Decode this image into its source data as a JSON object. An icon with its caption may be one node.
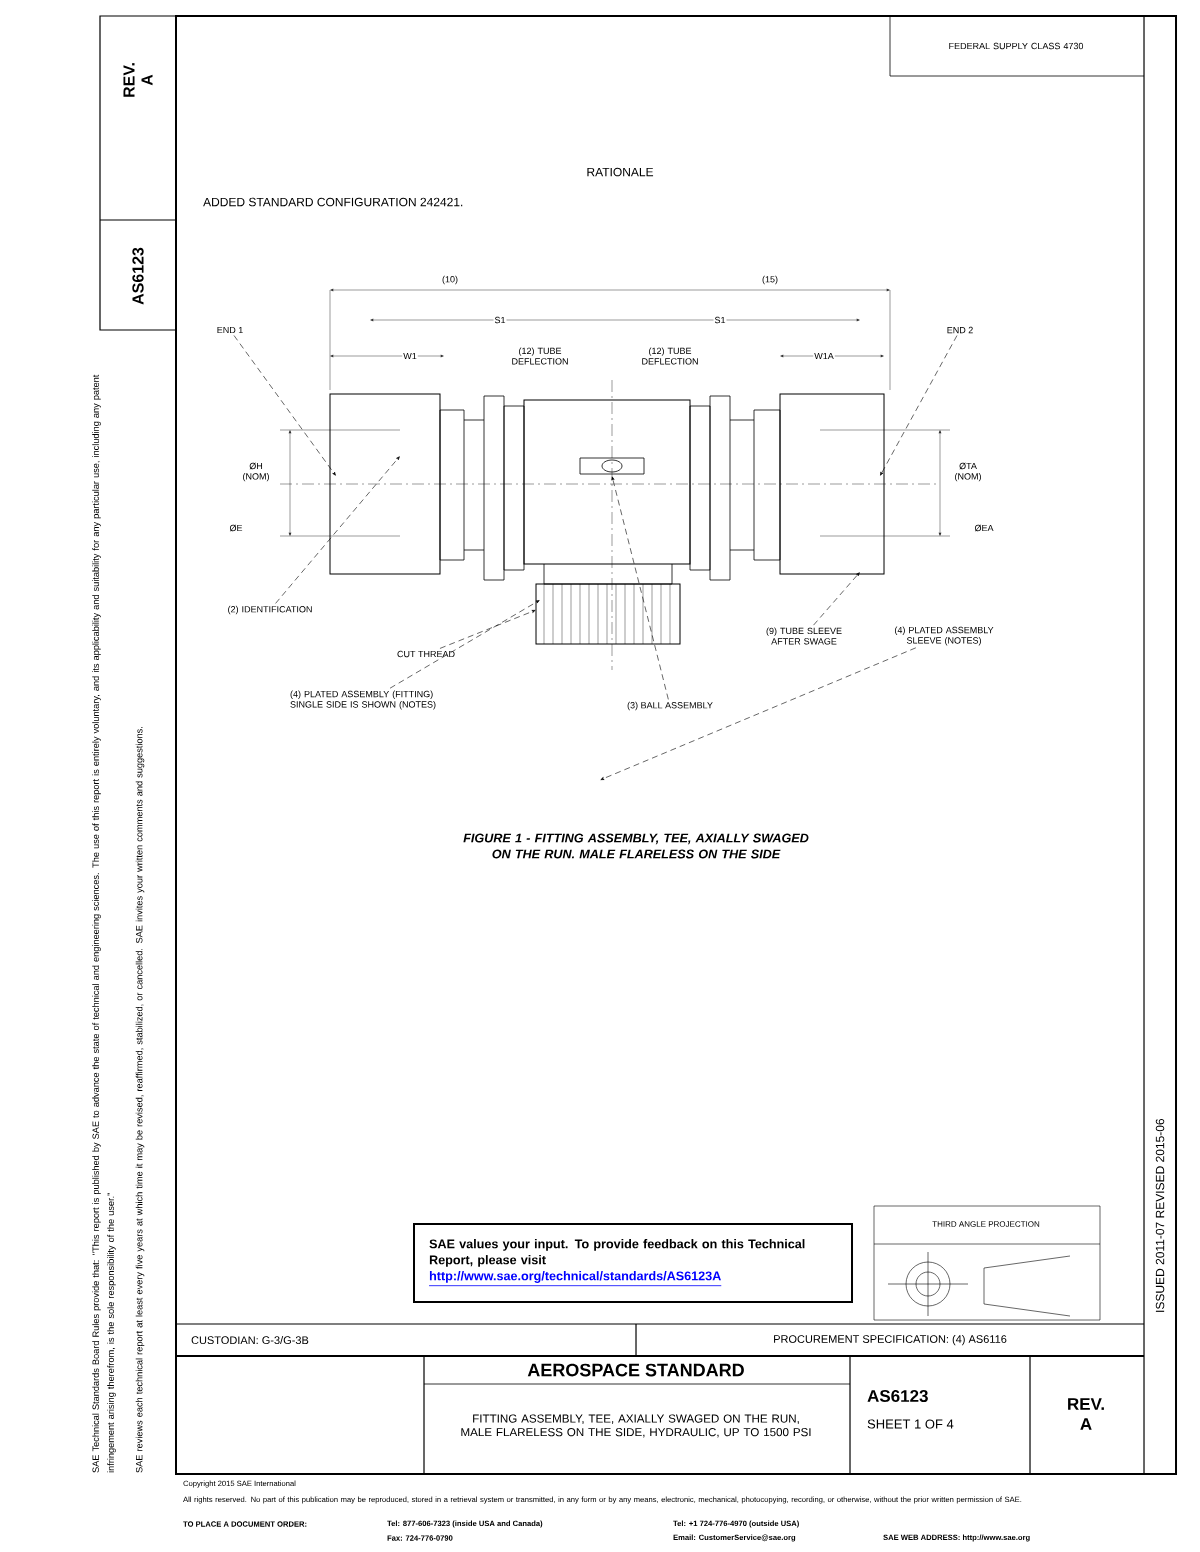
{
  "diagram": {
    "caption": "FIGURE 1 - FITTING ASSEMBLY, TEE, AXIALLY SWAGED ON THE RUN. MALE FLARELESS ON THE SIDE",
    "nodes": [
      {
        "text": [
          "END 1"
        ]
      },
      {
        "text": [
          "END 2"
        ]
      },
      {
        "text": [
          "(2) IDENTIFICATION"
        ]
      },
      {
        "text": [
          "CUT THREAD"
        ]
      },
      {
        "text": [
          "(4) PLATED ASSEMBLY (FITTING) SINGLE SIDE IS SHOWN (NOTES)"
        ]
      },
      {
        "text": [
          "(3) BALL ASSEMBLY"
        ]
      },
      {
        "text": [
          "(9) TUBE SLEEVE AFTER SWAGE"
        ]
      },
      {
        "text": [
          "(4) PLATED ASSEMBLY SLEEVE (NOTES)"
        ]
      }
    ],
    "edges": [
      {
        "from": 0,
        "to": null,
        "arrow": "to"
      },
      {
        "from": 1,
        "to": null,
        "arrow": "to"
      },
      {
        "from": 2,
        "to": null,
        "arrow": "to"
      },
      {
        "from": 3,
        "to": null,
        "arrow": "to"
      },
      {
        "from": 4,
        "to": null,
        "arrow": "to"
      },
      {
        "from": 5,
        "to": null,
        "arrow": "to"
      },
      {
        "from": 6,
        "to": null,
        "arrow": "to"
      },
      {
        "from": 7,
        "to": null,
        "arrow": "to"
      }
    ],
    "labels": [
      "REV. A",
      "AS6123",
      "FEDERAL SUPPLY CLASS 4730",
      "RATIONALE",
      "ADDED STANDARD CONFIGURATION 242421.",
      "(10)",
      "(15)",
      "S1",
      "S1",
      "W1",
      "W1A",
      "(12) TUBE DEFLECTION",
      "(12) TUBE DEFLECTION",
      "ØH (NOM)",
      "ØE",
      "ØTA (NOM)",
      "ØEA",
      "SAE Technical Standards Board Rules provide that: \"This report is published by SAE to advance the state of technical and engineering sciences. The use of this report is entirely voluntary, and its applicability and suitability for any particular use, including any patent infringement arising therefrom, is the sole responsibility of the user.\"",
      "SAE reviews each technical report at least every five years at which time it may be revised, reaffirmed, stabilized, or cancelled. SAE invites your written comments and suggestions.",
      "THIRD ANGLE PROJECTION",
      "SAE values your input. To provide feedback on this Technical Report, please visit",
      "http://www.sae.org/technical/standards/AS6123A",
      "CUSTODIAN: G-3/G-3B",
      "PROCUREMENT SPECIFICATION: (4) AS6116",
      "AEROSPACE STANDARD",
      "FITTING ASSEMBLY, TEE, AXIALLY SWAGED ON THE RUN, MALE FLARELESS ON THE SIDE, HYDRAULIC, UP TO 1500 PSI",
      "AS6123",
      "SHEET 1 OF 4",
      "REV. A",
      "ISSUED 2011-07 REVISED 2015-06",
      "Copyright 2015 SAE International",
      "All rights reserved. No part of this publication may be reproduced, stored in a retrieval system or transmitted, in any form or by any means, electronic, mechanical, photocopying, recording, or otherwise, without the prior written permission of SAE.",
      "TO PLACE A DOCUMENT ORDER:",
      "Tel: 877-606-7323 (inside USA and Canada)",
      "Fax: 724-776-0790",
      "Tel: +1 724-776-4970 (outside USA)",
      "Email: CustomerService@sae.org",
      "SAE WEB ADDRESS: http://www.sae.org"
    ]
  }
}
